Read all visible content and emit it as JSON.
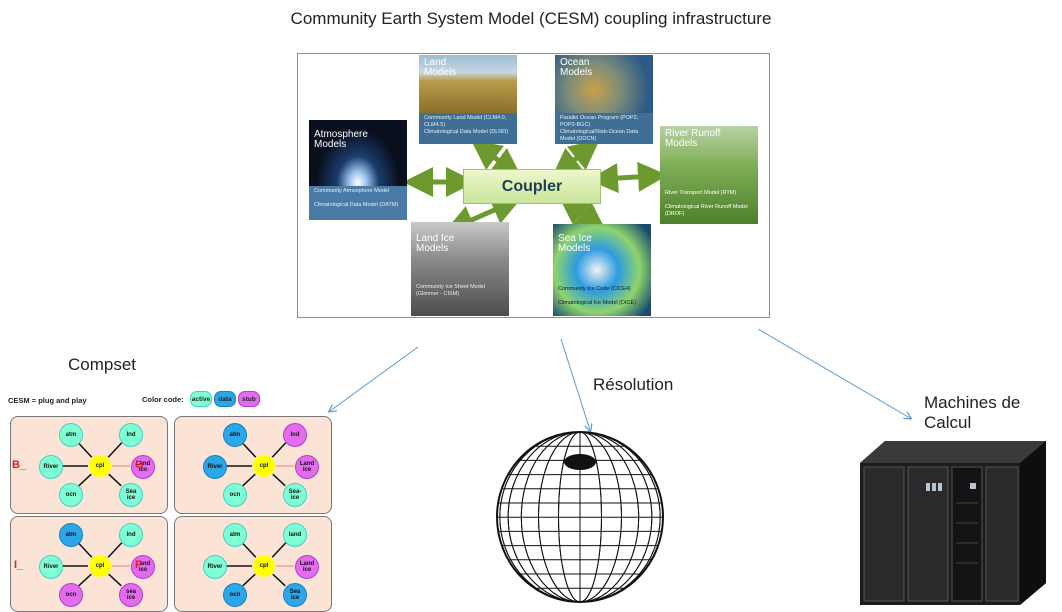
{
  "title": "Community Earth System Model (CESM) coupling infrastructure",
  "cesm": {
    "coupler": "Coupler",
    "components": [
      {
        "id": "land",
        "header": "Land\nModels",
        "items": [
          "Community Land Model (CLM4.0, CLM4.5)",
          "Climatological Data Model (DLND)"
        ]
      },
      {
        "id": "ocean",
        "header": "Ocean\nModels",
        "items": [
          "Parallel Ocean Program (POP2, POP2-BGC)",
          "Climatological/Slab-Ocean Data Model (DOCN)"
        ]
      },
      {
        "id": "atmosphere",
        "header": "Atmosphere\nModels",
        "items": [
          "Community Atmosphere Model",
          "Climatological Data Model (DATM)"
        ]
      },
      {
        "id": "river",
        "header": "River Runoff\nModels",
        "items": [
          "River Transport Model (RTM)",
          "Climatological River Runoff Model (DROF)"
        ]
      },
      {
        "id": "landice",
        "header": "Land Ice\nModels",
        "items": [
          "Community Ice Sheet Model (Glimmer - CISM)"
        ]
      },
      {
        "id": "seaice",
        "header": "Sea Ice\nModels",
        "items": [
          "Community Ice Code (CICE4)",
          "Climatological Ice Model (DICE)"
        ]
      }
    ]
  },
  "compset": {
    "label": "Compset",
    "plug_text": "CESM = plug and play",
    "color_code_label": "Color code:",
    "legend": [
      {
        "label": "active",
        "color": "#7fffd4"
      },
      {
        "label": "data",
        "color": "#2ba6e8"
      },
      {
        "label": "stub",
        "color": "#e46bf0"
      }
    ],
    "panels": [
      {
        "letter": "B_",
        "nodes": {
          "atm": "atm",
          "lnd": "lnd",
          "river": "River",
          "cpl": "cpl",
          "landice": "Land\nice",
          "ocn": "ocn",
          "seaice": "Sea\nice"
        }
      },
      {
        "letter": "G_",
        "nodes": {
          "atm": "atm",
          "lnd": "lnd",
          "river": "River",
          "cpl": "cpl",
          "landice": "Land\nice",
          "ocn": "ocn",
          "seaice": "Sea-\nice"
        }
      },
      {
        "letter": "I_",
        "nodes": {
          "atm": "atm",
          "lnd": "lnd",
          "river": "River",
          "cpl": "cpl",
          "landice": "Land\nice",
          "ocn": "ocn",
          "seaice": "sea\nice"
        }
      },
      {
        "letter": "F_",
        "nodes": {
          "atm": "atm",
          "lnd": "land",
          "river": "River",
          "cpl": "cpl",
          "landice": "Land\nice",
          "ocn": "ocn",
          "seaice": "Sea\nice"
        }
      }
    ]
  },
  "resolution": {
    "label": "Résolution"
  },
  "machines": {
    "label": "Machines de Calcul"
  },
  "colors": {
    "arrow": "#5b9bd5",
    "frame": "#6b95c8",
    "panel_bg": "#fbe4d6"
  }
}
